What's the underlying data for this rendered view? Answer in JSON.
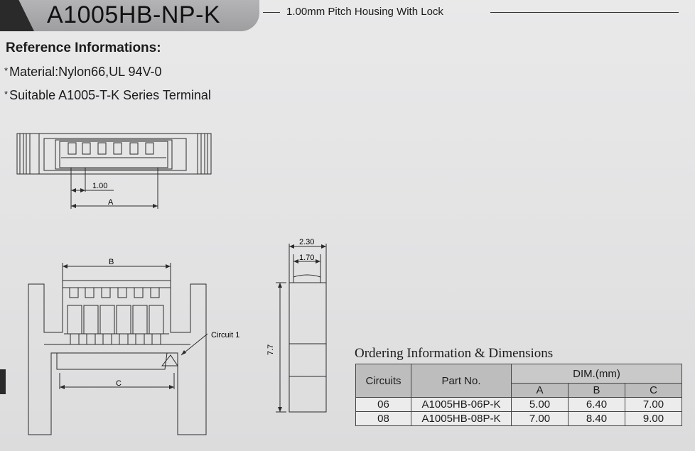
{
  "header": {
    "title": "A1005HB-NP-K",
    "subtitle": "1.00mm Pitch  Housing With Lock"
  },
  "reference": {
    "heading": "Reference Informations:",
    "items": [
      "Material:Nylon66,UL 94V-0",
      "Suitable A1005-T-K Series Terminal"
    ]
  },
  "drawing": {
    "pitch_label": "1.00",
    "dim_a": "A",
    "dim_b": "B",
    "dim_c": "C",
    "circuit_label": "Circuit 1",
    "side_width_outer": "2.30",
    "side_width_inner": "1.70",
    "side_height": "7.7"
  },
  "ordering": {
    "title": "Ordering Information & Dimensions",
    "headers": {
      "circuits": "Circuits",
      "part_no": "Part No.",
      "dim": "DIM.(mm)",
      "a": "A",
      "b": "B",
      "c": "C"
    },
    "rows": [
      {
        "circuits": "06",
        "part_no": "A1005HB-06P-K",
        "a": "5.00",
        "b": "6.40",
        "c": "7.00"
      },
      {
        "circuits": "08",
        "part_no": "A1005HB-08P-K",
        "a": "7.00",
        "b": "8.40",
        "c": "9.00"
      }
    ]
  },
  "colors": {
    "tab_gray": "#a9a9ab",
    "ink": "#1b1b1b"
  }
}
